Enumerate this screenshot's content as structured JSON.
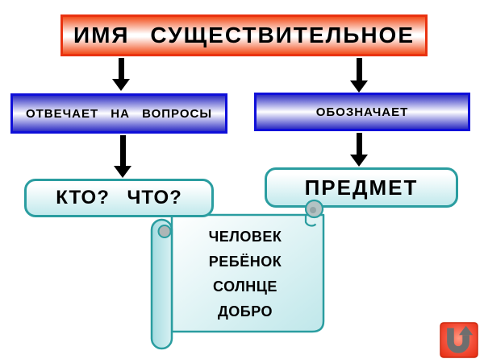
{
  "diagram": {
    "title": "ИМЯ СУЩЕСТВИТЕЛЬНОЕ",
    "left_branch": {
      "questions_label": "ОТВЕЧАЕТ НА ВОПРОСЫ",
      "answers_label": "КТО? ЧТО?"
    },
    "right_branch": {
      "denotes_label": "ОБОЗНАЧАЕТ",
      "object_label": "ПРЕДМЕТ"
    },
    "examples": [
      "ЧЕЛОВЕК",
      "РЕБЁНОК",
      "СОЛНЦЕ",
      "ДОБРО"
    ]
  },
  "icons": {
    "connector": "down-arrow-icon",
    "logo": "u-turn-arrow-icon"
  },
  "colors": {
    "title_border": "#e93210",
    "title_fill": "#f24e1c",
    "blue_border": "#0f0fd9",
    "blue_fill": "#2e2ec4",
    "teal_border": "#2a9da0",
    "teal_fill": "#c4eaed",
    "arrow": "#000000",
    "logo_red": "#ef4026",
    "logo_arrow_gray": "#6e6e6e",
    "text": "#000000",
    "background": "#ffffff"
  }
}
